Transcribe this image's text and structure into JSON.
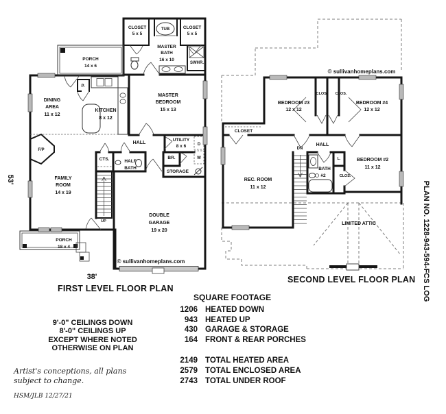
{
  "first_level": {
    "title": "FIRST LEVEL FLOOR PLAN",
    "dim_width": "38'",
    "dim_height": "53'",
    "copyright": "© sullivanhomeplans.com",
    "labels": {
      "porch_top": {
        "name": "PORCH",
        "size": "14 x 6"
      },
      "closet_left": {
        "name": "CLOSET",
        "size": "5 x 5"
      },
      "tub": "TUB",
      "closet_right": {
        "name": "CLOSET",
        "size": "5 x 5"
      },
      "master_bath": {
        "l1": "MASTER",
        "l2": "BATH",
        "size": "16 x 10"
      },
      "shower": "SWHR.",
      "pantry": "P.",
      "dining": {
        "l1": "DINING",
        "l2": "AREA",
        "size": "11 x 12"
      },
      "kitchen": {
        "l1": "KITCHEN",
        "size": "8 x 12"
      },
      "master_bedroom": {
        "l1": "MASTER",
        "l2": "BEDROOM",
        "size": "15 x 13"
      },
      "fireplace": "F/P",
      "hall": "HALL",
      "utility": {
        "l1": "UTILITY",
        "size": "8 x 6"
      },
      "dryer": "D",
      "washer": "W",
      "coats": "CTS.",
      "half_bath": {
        "l1": "HALF",
        "l2": "BATH"
      },
      "bath_br": "BR.",
      "storage": "STORAGE",
      "family": {
        "l1": "FAMILY",
        "l2": "ROOM",
        "size": "14 x 19"
      },
      "stairs_up": "UP",
      "garage": {
        "l1": "DOUBLE",
        "l2": "GARAGE",
        "size": "19 x 20"
      },
      "porch_bottom": {
        "name": "PORCH",
        "size": "18 x 4"
      }
    }
  },
  "second_level": {
    "title": "SECOND LEVEL FLOOR PLAN",
    "copyright": "© sullivanhomeplans.com",
    "labels": {
      "bedroom3": {
        "l1": "BEDROOM #3",
        "size": "12 x 12"
      },
      "clos_left": "CLOS.",
      "clos_right": "CLOS.",
      "bedroom4": {
        "l1": "BEDROOM #4",
        "size": "12 x 12"
      },
      "closet": "CLOSET",
      "stairs_dn": "DN",
      "hall": "HALL",
      "rec_room": {
        "l1": "REC. ROOM",
        "size": "11 x 12"
      },
      "bath2": {
        "l1": "BATH",
        "l2": "#2"
      },
      "linen": "L.",
      "clos_bed2": "CLOS.",
      "bedroom2": {
        "l1": "BEDROOM #2",
        "size": "11 x 12"
      },
      "limited_attic": "LIMITED ATTIC"
    }
  },
  "plan_number": "PLAN NO.  1228-943-594-FCS LOG",
  "square_footage": {
    "title": "SQUARE FOOTAGE",
    "rows": [
      {
        "value": "1206",
        "label": "HEATED DOWN"
      },
      {
        "value": "943",
        "label": "HEATED UP"
      },
      {
        "value": "430",
        "label": "GARAGE & STORAGE"
      },
      {
        "value": "164",
        "label": "FRONT & REAR PORCHES"
      }
    ],
    "totals": [
      {
        "value": "2149",
        "label": "TOTAL HEATED AREA"
      },
      {
        "value": "2579",
        "label": "TOTAL ENCLOSED AREA"
      },
      {
        "value": "2743",
        "label": "TOTAL UNDER ROOF"
      }
    ]
  },
  "notes": {
    "ceilings": [
      "9'-0\" CEILINGS DOWN",
      "8'-0\" CEILINGS UP",
      "EXCEPT WHERE NOTED",
      "OTHERWISE ON PLAN"
    ],
    "disclaimer_line1": "Artist's conceptions, all plans",
    "disclaimer_line2": "subject to change.",
    "credits": "HSM/JLB  12/27/21"
  },
  "colors": {
    "wall": "#161616",
    "window": "#b9b9b9",
    "dashed": "#7d7d7d",
    "garage_door": "#c9c9c9"
  }
}
